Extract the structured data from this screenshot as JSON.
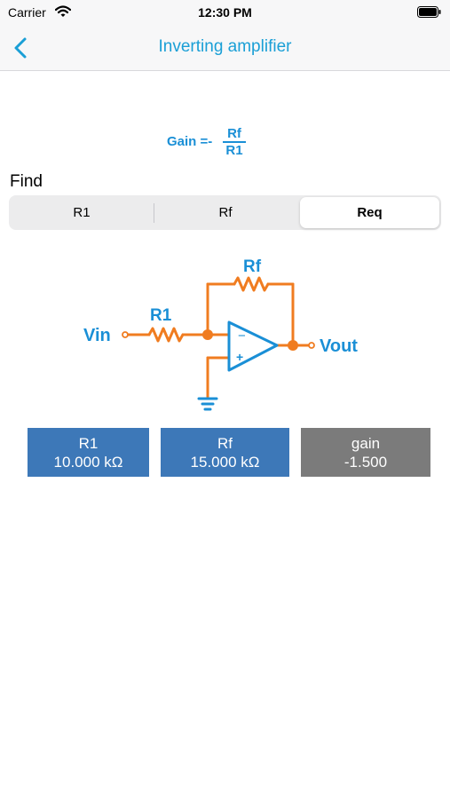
{
  "status": {
    "carrier": "Carrier",
    "time": "12:30 PM"
  },
  "nav": {
    "title": "Inverting amplifier",
    "back_icon": "chevron-left-icon"
  },
  "formula": {
    "label": "Gain =-",
    "numerator": "Rf",
    "denominator": "R1"
  },
  "find": {
    "label": "Find",
    "segments": [
      {
        "label": "R1"
      },
      {
        "label": "Rf"
      },
      {
        "label": "Req"
      }
    ],
    "selected": "Req"
  },
  "circuit": {
    "vin": "Vin",
    "vout": "Vout",
    "r1": "R1",
    "rf": "Rf",
    "minus": "−",
    "plus": "+"
  },
  "values": {
    "r1": {
      "name": "R1",
      "value": "10.000 kΩ"
    },
    "rf": {
      "name": "Rf",
      "value": "15.000 kΩ"
    },
    "gain": {
      "name": "gain",
      "value": "-1.500"
    }
  },
  "colors": {
    "accent": "#1a9fd6",
    "wire": "#f07c20",
    "box_blue": "#3d78b8",
    "box_gray": "#7b7b7b"
  }
}
